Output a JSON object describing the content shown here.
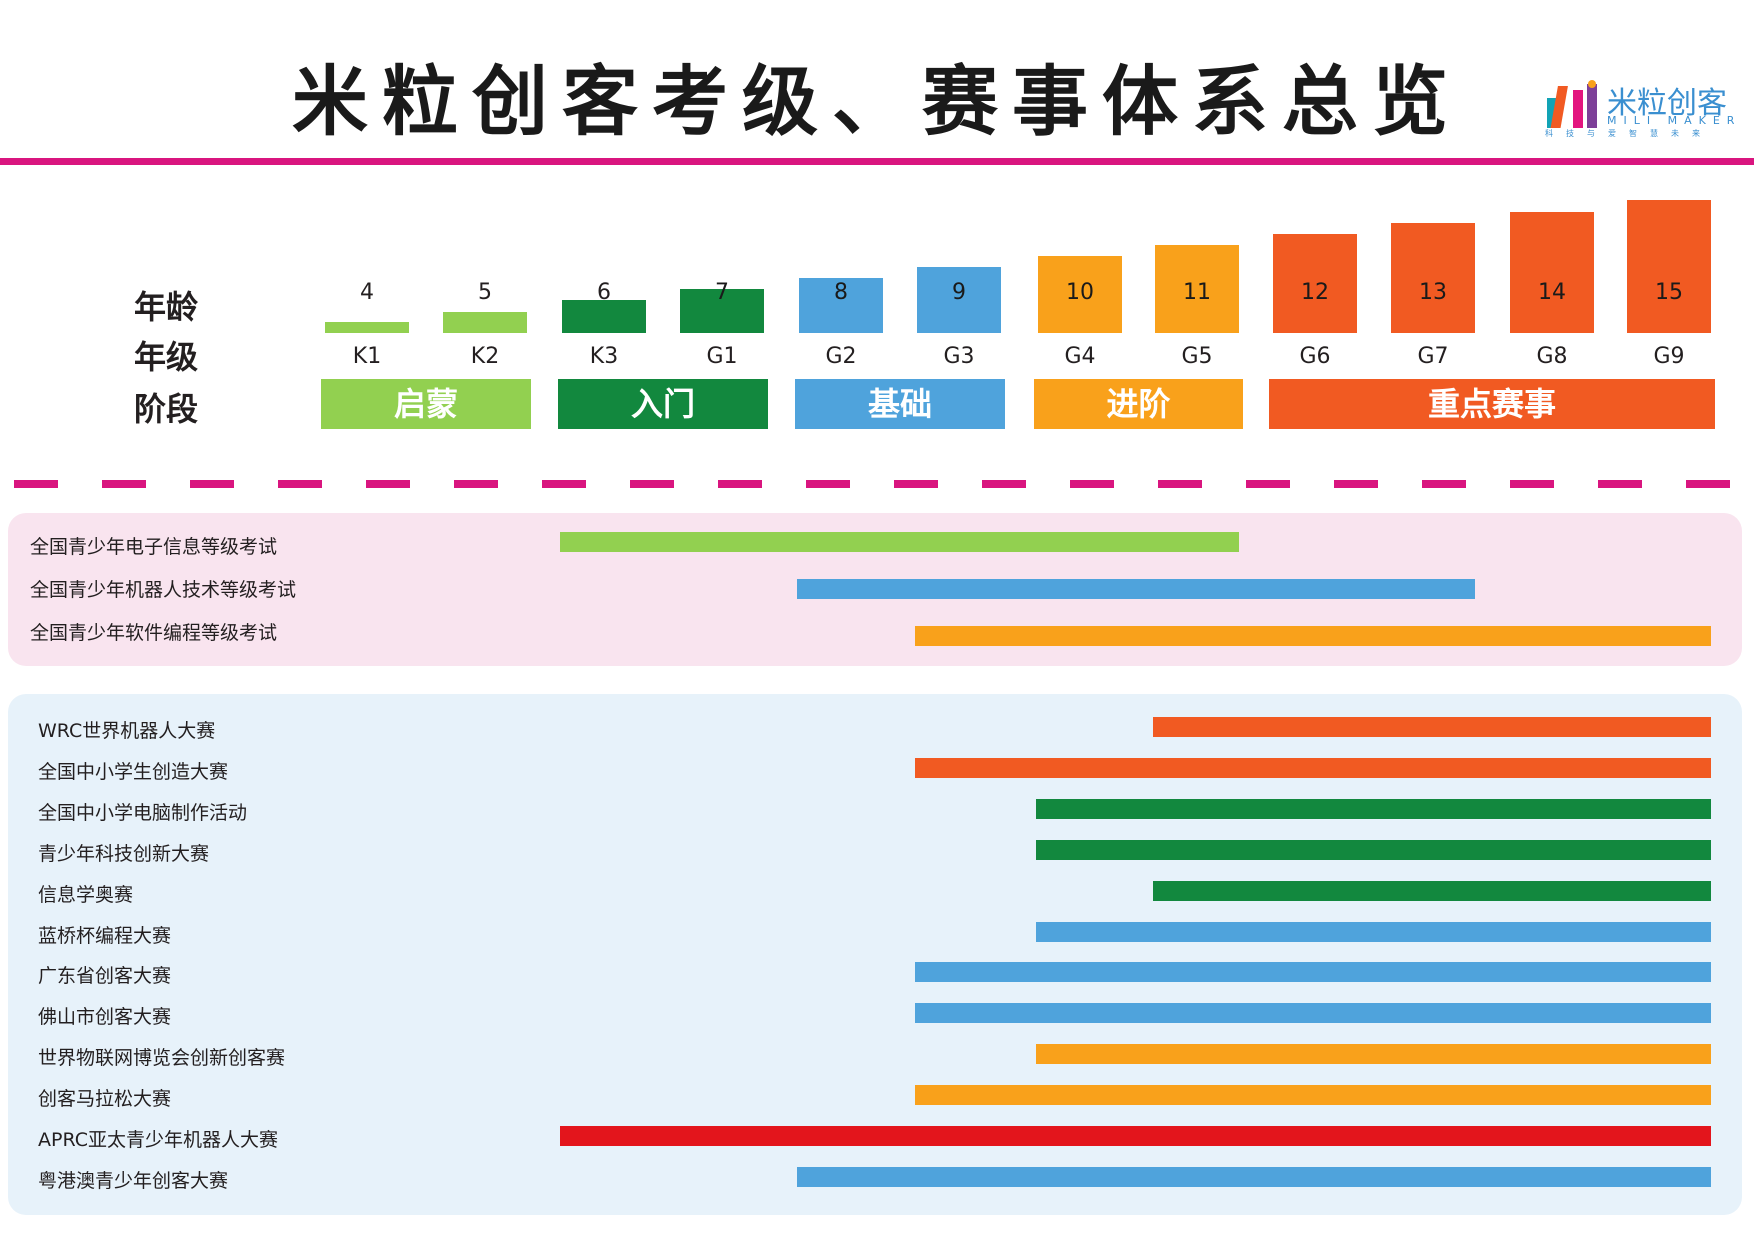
{
  "title": "米粒创客考级、赛事体系总览",
  "logo": {
    "name": "米粒创客",
    "subtitle": "MILI MAKER",
    "slogan": "科技与爱智慧未来"
  },
  "row_labels": {
    "age": "年龄",
    "grade": "年级",
    "stage": "阶段"
  },
  "colors": {
    "light_green": "#92d050",
    "dark_green": "#12883e",
    "blue": "#4fa3dc",
    "yellow": "#f9a11b",
    "orange": "#f15a22",
    "red": "#e3151c",
    "magenta": "#d9157f"
  },
  "ages": [
    {
      "age": "4",
      "grade": "K1",
      "level": 1,
      "color": "#92d050"
    },
    {
      "age": "5",
      "grade": "K2",
      "level": 2,
      "color": "#92d050"
    },
    {
      "age": "6",
      "grade": "K3",
      "level": 3,
      "color": "#12883e"
    },
    {
      "age": "7",
      "grade": "G1",
      "level": 4,
      "color": "#12883e"
    },
    {
      "age": "8",
      "grade": "G2",
      "level": 5,
      "color": "#4fa3dc"
    },
    {
      "age": "9",
      "grade": "G3",
      "level": 6,
      "color": "#4fa3dc"
    },
    {
      "age": "10",
      "grade": "G4",
      "level": 7,
      "color": "#f9a11b"
    },
    {
      "age": "11",
      "grade": "G5",
      "level": 8,
      "color": "#f9a11b"
    },
    {
      "age": "12",
      "grade": "G6",
      "level": 9,
      "color": "#f15a22"
    },
    {
      "age": "13",
      "grade": "G7",
      "level": 10,
      "color": "#f15a22"
    },
    {
      "age": "14",
      "grade": "G8",
      "level": 11,
      "color": "#f15a22"
    },
    {
      "age": "15",
      "grade": "G9",
      "level": 12,
      "color": "#f15a22"
    }
  ],
  "stages": [
    {
      "label": "启蒙",
      "from_age": 4,
      "to_age": 5,
      "color": "#92d050"
    },
    {
      "label": "入门",
      "from_age": 6,
      "to_age": 7,
      "color": "#12883e"
    },
    {
      "label": "基础",
      "from_age": 8,
      "to_age": 9,
      "color": "#4fa3dc"
    },
    {
      "label": "进阶",
      "from_age": 10,
      "to_age": 11,
      "color": "#f9a11b"
    },
    {
      "label": "重点赛事",
      "from_age": 12,
      "to_age": 15,
      "color": "#f15a22"
    }
  ],
  "exams": [
    {
      "name": "全国青少年电子信息等级考试",
      "from_age": 6,
      "to_age": 11,
      "color": "#92d050"
    },
    {
      "name": "全国青少年机器人技术等级考试",
      "from_age": 8,
      "to_age": 13,
      "color": "#4fa3dc"
    },
    {
      "name": "全国青少年软件编程等级考试",
      "from_age": 9,
      "to_age": 15,
      "color": "#f9a11b"
    }
  ],
  "competitions": [
    {
      "name": "WRC世界机器人大赛",
      "from_age": 11,
      "to_age": 15,
      "color": "#f15a22"
    },
    {
      "name": "全国中小学生创造大赛",
      "from_age": 9,
      "to_age": 15,
      "color": "#f15a22"
    },
    {
      "name": "全国中小学电脑制作活动",
      "from_age": 10,
      "to_age": 15,
      "color": "#12883e"
    },
    {
      "name": "青少年科技创新大赛",
      "from_age": 10,
      "to_age": 15,
      "color": "#12883e"
    },
    {
      "name": "信息学奥赛",
      "from_age": 11,
      "to_age": 15,
      "color": "#12883e"
    },
    {
      "name": "蓝桥杯编程大赛",
      "from_age": 10,
      "to_age": 15,
      "color": "#4fa3dc"
    },
    {
      "name": "广东省创客大赛",
      "from_age": 9,
      "to_age": 15,
      "color": "#4fa3dc"
    },
    {
      "name": "佛山市创客大赛",
      "from_age": 9,
      "to_age": 15,
      "color": "#4fa3dc"
    },
    {
      "name": "世界物联网博览会创新创客赛",
      "from_age": 10,
      "to_age": 15,
      "color": "#f9a11b"
    },
    {
      "name": "创客马拉松大赛",
      "from_age": 9,
      "to_age": 15,
      "color": "#f9a11b"
    },
    {
      "name": "APRC亚太青少年机器人大赛",
      "from_age": 6,
      "to_age": 15,
      "color": "#e3151c"
    },
    {
      "name": "粤港澳青少年创客大赛",
      "from_age": 8,
      "to_age": 15,
      "color": "#4fa3dc"
    }
  ]
}
